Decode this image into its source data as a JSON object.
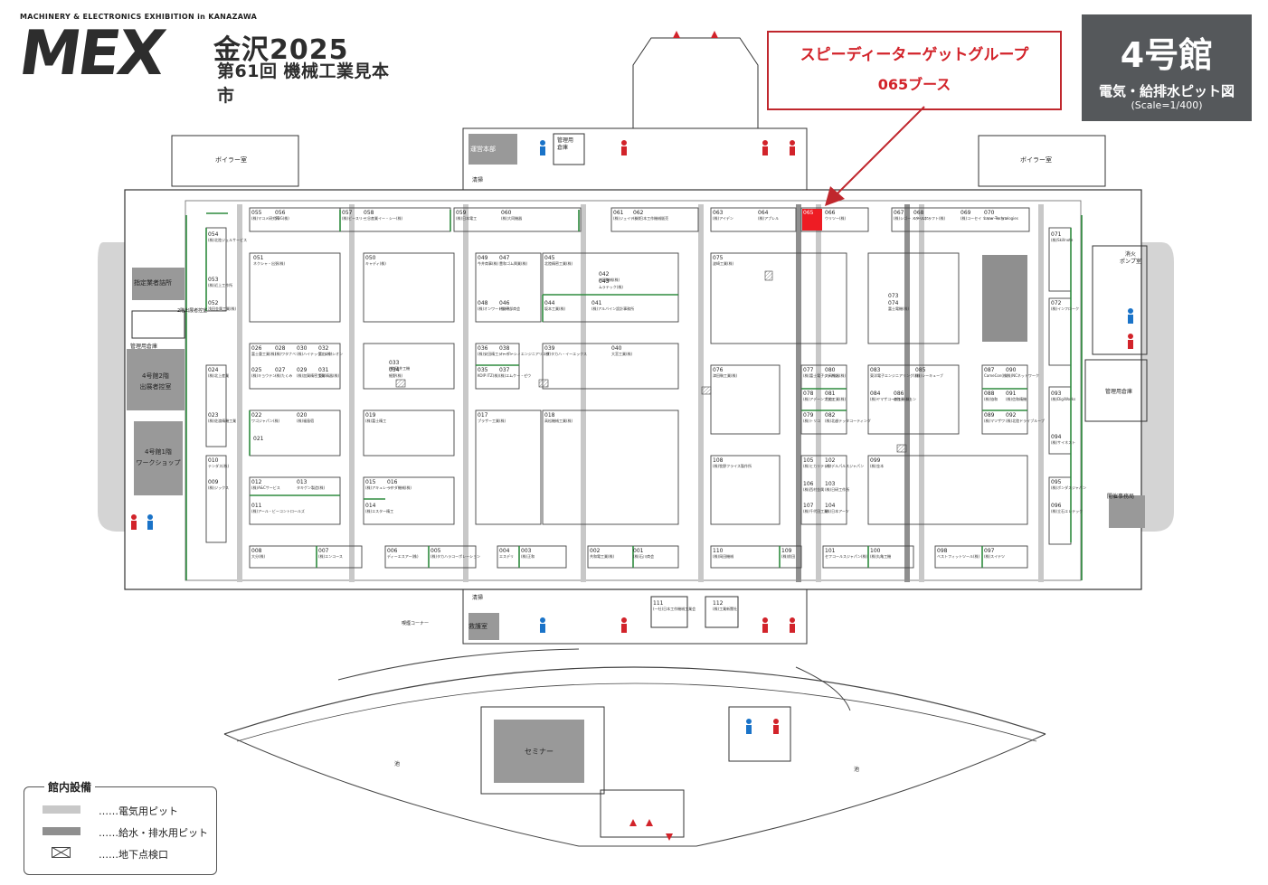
{
  "header": {
    "logo_subtitle": "MACHINERY & ELECTRONICS EXHIBITION in KANAZAWA",
    "logo_mark": "MEX",
    "logo_city_year": "金沢2025",
    "logo_event": "第61回 機械工業見本市"
  },
  "callout": {
    "line1": "スピーディーターゲットグループ",
    "line2": "065ブース"
  },
  "hall": {
    "name": "4号館",
    "subtitle": "電気・給排水ピット図",
    "scale": "(Scale=1/400)"
  },
  "colors": {
    "highlight": "#ee1c24",
    "callout_border": "#c0272d",
    "electric_pit": "#c8c8c8",
    "water_pit": "#8f8f8f",
    "booth_green": "#2e8b3e"
  },
  "rooms": {
    "boiler_left": "ボイラー室",
    "boiler_right": "ボイラー室",
    "ops_office": "運営本部",
    "mgmt_warehouse_top": "管理用\n倉庫",
    "designated_office": "指定業者詰所",
    "second_floor_stairs": "2階出展者控室",
    "mgmt_warehouse_left": "管理用倉庫",
    "exhibitor_room": "4号館2階\n出展者控室",
    "workshop": "4号館1階\nワークショップ",
    "fire_pump": "消火\nポンプ室",
    "mgmt_warehouse_right": "管理用倉庫",
    "office_right": "開催事務局",
    "first_aid": "救護室",
    "smoking": "喫煙コーナー",
    "seminar": "セミナー",
    "pond_left": "池",
    "pond_right": "池",
    "cleaning": "清掃",
    "cleaning2": "清掃"
  },
  "booths": [
    {
      "no": "055",
      "name": "(株)マコメ研究所"
    },
    {
      "no": "056",
      "name": "SDG(株)"
    },
    {
      "no": "057",
      "name": "(株)ビースリー"
    },
    {
      "no": "058",
      "name": "三谷産業イー・シー(株)"
    },
    {
      "no": "059",
      "name": "(株)日本電工"
    },
    {
      "no": "060",
      "name": "(株)大同機器"
    },
    {
      "no": "061",
      "name": "(株)ジェイテック"
    },
    {
      "no": "062",
      "name": "(株)日本工作機械販売"
    },
    {
      "no": "063",
      "name": "(株)アイデン"
    },
    {
      "no": "064",
      "name": "(株)アプレル"
    },
    {
      "no": "065",
      "name": ""
    },
    {
      "no": "066",
      "name": "ウリツー(株)"
    },
    {
      "no": "067",
      "name": "(株)シゴー メタリコン"
    },
    {
      "no": "068",
      "name": "ツールクラフト(株)"
    },
    {
      "no": "069",
      "name": "(株)コーセイ ソリューション"
    },
    {
      "no": "070",
      "name": "Laser Technologies"
    },
    {
      "no": "051",
      "name": "ネクシャ・出張(株)"
    },
    {
      "no": "050",
      "name": "キャディ(株)"
    },
    {
      "no": "049",
      "name": "今井商事(株)"
    },
    {
      "no": "047",
      "name": "豊和ゴム興業(株)"
    },
    {
      "no": "045",
      "name": "北陸精密工業(株)"
    },
    {
      "no": "042",
      "name": "村田機械(株)"
    },
    {
      "no": "043",
      "name": "ムラテック(株)"
    },
    {
      "no": "075",
      "name": "波崎工業(株)"
    },
    {
      "no": "021",
      "name": ""
    },
    {
      "no": "073",
      "name": ""
    },
    {
      "no": "074",
      "name": "富士電機(株)"
    },
    {
      "no": "071",
      "name": "(株)Skillnote"
    },
    {
      "no": "072",
      "name": "(株)インフローク"
    },
    {
      "no": "054",
      "name": "(株)北陸ジェルサービス"
    },
    {
      "no": "053",
      "name": "(株)近上工作所"
    },
    {
      "no": "052",
      "name": "浅田金属工業(株)"
    },
    {
      "no": "048",
      "name": "(株)オンワード技研"
    },
    {
      "no": "046",
      "name": "(株)中部商会"
    },
    {
      "no": "044",
      "name": "坂本工業(株)"
    },
    {
      "no": "041",
      "name": "(株)アルバイン設計事務所"
    },
    {
      "no": "026",
      "name": "富士重工業(株)"
    },
    {
      "no": "028",
      "name": "(株)ワタナベ"
    },
    {
      "no": "030",
      "name": "(株)ハイテックフレクシオン"
    },
    {
      "no": "032",
      "name": "富山(株)"
    },
    {
      "no": "025",
      "name": "(株)キョウテン"
    },
    {
      "no": "027",
      "name": "(株)たくみ"
    },
    {
      "no": "029",
      "name": "(株)加賀精密工業"
    },
    {
      "no": "031",
      "name": "東洋精器(株)"
    },
    {
      "no": "033",
      "name": "(株)碓井工機"
    },
    {
      "no": "034",
      "name": "細野(株)"
    },
    {
      "no": "036",
      "name": "(株)安田精工ジャパン"
    },
    {
      "no": "038",
      "name": "イーデーシィエンジニアリング"
    },
    {
      "no": "035",
      "name": "KOIP ITZ(株)"
    },
    {
      "no": "037",
      "name": "(株)エムケー・ゼウ"
    },
    {
      "no": "039",
      "name": "(株)タカハ・イーエックス"
    },
    {
      "no": "040",
      "name": "大宮工業(株)"
    },
    {
      "no": "076",
      "name": "津田駒工業(株)"
    },
    {
      "no": "077",
      "name": "(株)富士電子ジャパン"
    },
    {
      "no": "080",
      "name": "大同機器(株)"
    },
    {
      "no": "078",
      "name": "(株)アデーンプラス"
    },
    {
      "no": "081",
      "name": "北陸工業(株)"
    },
    {
      "no": "079",
      "name": "(株)トリコ"
    },
    {
      "no": "082",
      "name": "(株)北越テッタコーティング"
    },
    {
      "no": "083",
      "name": "東洋電子エンジニアリング(株)"
    },
    {
      "no": "085",
      "name": "(株)シーキューブ"
    },
    {
      "no": "084",
      "name": "(株)ヤマザコーポレーション"
    },
    {
      "no": "086",
      "name": "森産業(株)"
    },
    {
      "no": "087",
      "name": "CameCon(株)"
    },
    {
      "no": "090",
      "name": "(株)NCネットワーク"
    },
    {
      "no": "088",
      "name": "(株)協和"
    },
    {
      "no": "091",
      "name": "(株)信和精機"
    },
    {
      "no": "089",
      "name": "(株)マツザワ"
    },
    {
      "no": "092",
      "name": "(株)北陸ドライブループ"
    },
    {
      "no": "093",
      "name": "(株)DigiWorks"
    },
    {
      "no": "094",
      "name": "(株)サイネスト"
    },
    {
      "no": "024",
      "name": "(株)北上産業"
    },
    {
      "no": "023",
      "name": "(株)佐渡精機工業"
    },
    {
      "no": "022",
      "name": "ワゴジャパン(株)"
    },
    {
      "no": "020",
      "name": "(株)福島宿"
    },
    {
      "no": "019",
      "name": "(株)富士精工"
    },
    {
      "no": "017",
      "name": "プラザー工業(株)"
    },
    {
      "no": "018",
      "name": "高松機械工業(株)"
    },
    {
      "no": "010",
      "name": "テンダス(株)"
    },
    {
      "no": "009",
      "name": "(株)ジックス"
    },
    {
      "no": "012",
      "name": "(株)A&Cサービス"
    },
    {
      "no": "013",
      "name": "タキゲン製造(株)"
    },
    {
      "no": "011",
      "name": "(株)アール・ビーコントロールズ"
    },
    {
      "no": "015",
      "name": "(株)アキュレート"
    },
    {
      "no": "016",
      "name": "ラクダ機械(株)"
    },
    {
      "no": "014",
      "name": "(株)エスター精工"
    },
    {
      "no": "108",
      "name": "(株)牧野フライス製作所"
    },
    {
      "no": "105",
      "name": "(株)ヒカリテック"
    },
    {
      "no": "102",
      "name": "(株)デルパルスジャパン"
    },
    {
      "no": "106",
      "name": "(株)西村金属"
    },
    {
      "no": "103",
      "name": "(株)日研工作所"
    },
    {
      "no": "107",
      "name": "(株)千代田工業"
    },
    {
      "no": "104",
      "name": "(株)日本アーツ"
    },
    {
      "no": "099",
      "name": "(株)金本"
    },
    {
      "no": "095",
      "name": "(株)ボンダスジャパン"
    },
    {
      "no": "096",
      "name": "(株)立石エレテック"
    },
    {
      "no": "008",
      "name": "大分(株)"
    },
    {
      "no": "007",
      "name": "(株)エンコース"
    },
    {
      "no": "006",
      "name": "ディーエスアー(株)"
    },
    {
      "no": "005",
      "name": "(株)タカハラコーポレーション"
    },
    {
      "no": "004",
      "name": "エスデリ"
    },
    {
      "no": "003",
      "name": "(株)正和"
    },
    {
      "no": "002",
      "name": "共和電工業(株)"
    },
    {
      "no": "001",
      "name": "(株)石川商会"
    },
    {
      "no": "110",
      "name": "(株)岡田機械"
    },
    {
      "no": "109",
      "name": "(株)前田"
    },
    {
      "no": "101",
      "name": "セフコールスジャパン(株)"
    },
    {
      "no": "100",
      "name": "(株)丸亀工機"
    },
    {
      "no": "098",
      "name": "ベストフィットツール(株)"
    },
    {
      "no": "097",
      "name": "(株)スイテツ"
    },
    {
      "no": "111",
      "name": "(一社)日本工作機械工業会"
    },
    {
      "no": "112",
      "name": "(株)工業新聞社"
    }
  ],
  "legend": {
    "title": "館内設備",
    "items": [
      {
        "label": "……電気用ピット"
      },
      {
        "label": "……給水・排水用ピット"
      },
      {
        "label": "……地下点検口"
      }
    ]
  }
}
